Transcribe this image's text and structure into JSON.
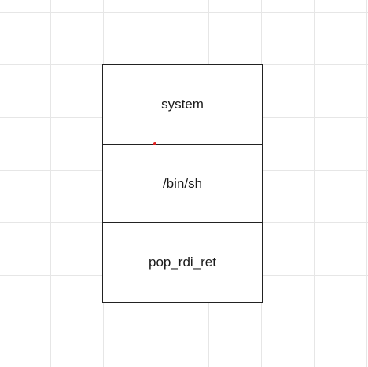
{
  "stack": {
    "cells": [
      {
        "label": "system"
      },
      {
        "label": "/bin/sh"
      },
      {
        "label": "pop_rdi_ret"
      }
    ]
  },
  "colors": {
    "grid": "#e6e6e6",
    "border": "#222222",
    "cursor": "#e02020"
  }
}
